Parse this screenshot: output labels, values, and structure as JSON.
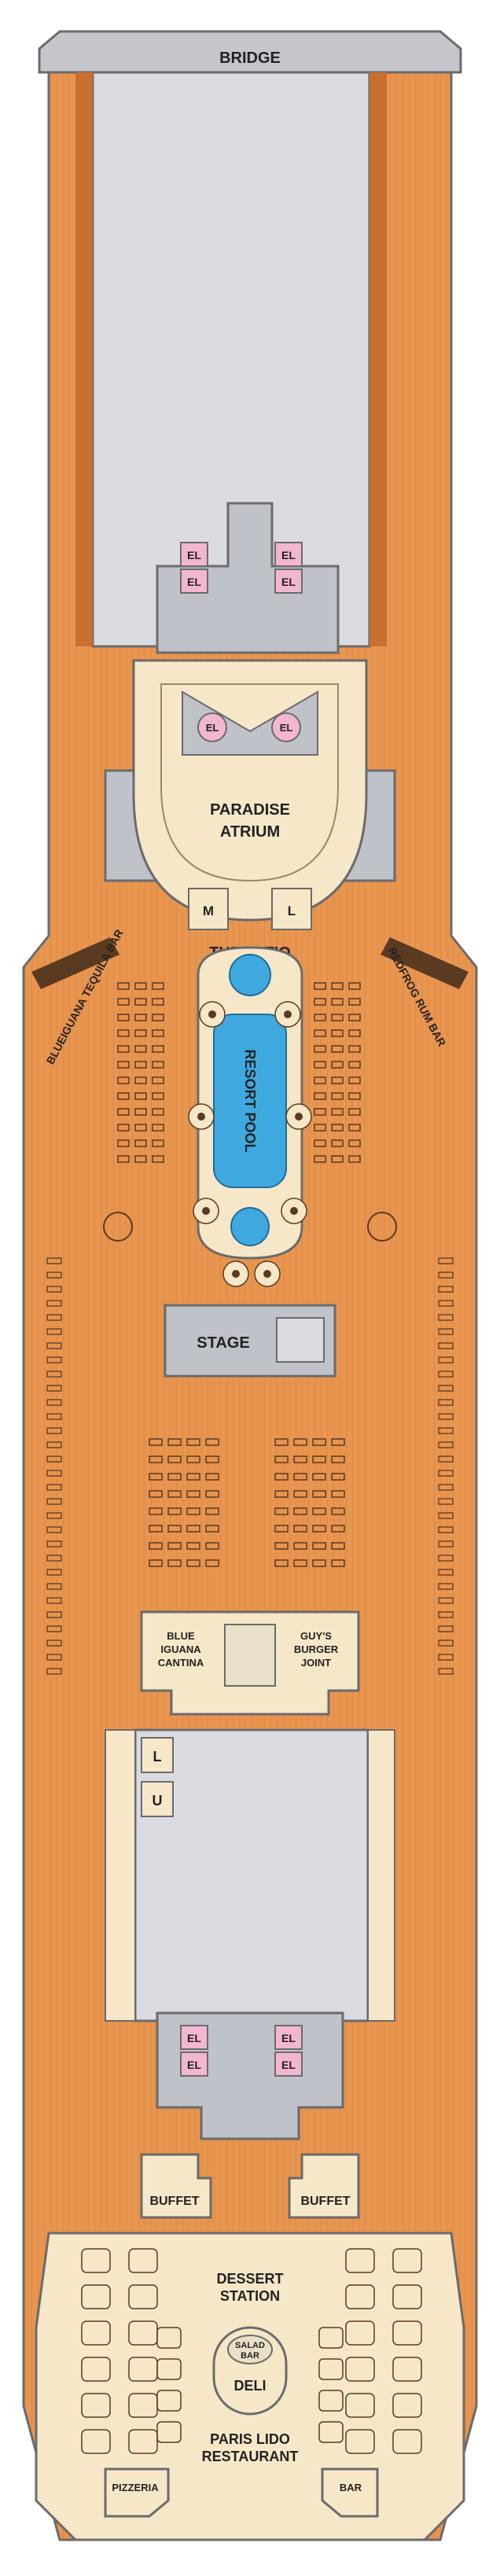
{
  "labels": {
    "bridge": "BRIDGE",
    "elevator": "EL",
    "atrium_line1": "PARADISE",
    "atrium_line2": "ATRIUM",
    "men": "M",
    "ladies": "L",
    "patio": "THE PATIO",
    "blue_iguana_tequila_bar": "BLUEIGUANA TEQUILA BAR",
    "redfrog_rum_bar": "REDFROG RUM BAR",
    "resort_pool": "RESORT POOL",
    "stage": "STAGE",
    "blue_iguana_line1": "BLUE",
    "blue_iguana_line2": "IGUANA",
    "blue_iguana_line3": "CANTINA",
    "guys_line1": "GUY'S",
    "guys_line2": "BURGER",
    "guys_line3": "JOINT",
    "lavatory": "L",
    "utility": "U",
    "buffet": "BUFFET",
    "dessert_line1": "DESSERT",
    "dessert_line2": "STATION",
    "salad_line1": "SALAD",
    "salad_line2": "BAR",
    "deli": "DELI",
    "paris_line1": "PARIS LIDO",
    "paris_line2": "RESTAURANT",
    "pizzeria": "PIZZERIA",
    "bar": "BAR"
  },
  "colors": {
    "deck_wood": "#e8954f",
    "deck_stripe": "#c9702f",
    "hull_outline": "#6b6b6b",
    "open_deck_gray": "#d9dbe0",
    "interior_gray": "#bfc2c8",
    "cream": "#f6e7c9",
    "elevator_pink": "#f2b6d0",
    "pool_blue": "#3fa9e0",
    "bridge_gray": "#c4c6cb",
    "furniture_dark": "#5b3a22"
  }
}
